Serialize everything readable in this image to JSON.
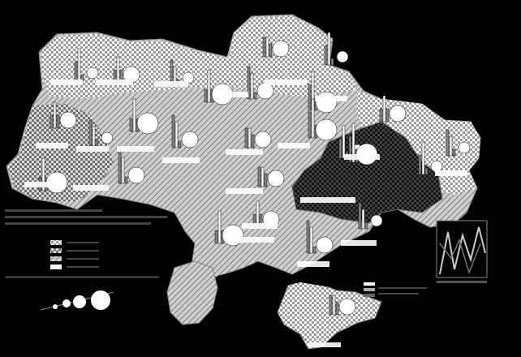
{
  "map": {
    "background_color": "#000000",
    "territory_color": "#ffffff",
    "highlight_color": "#2a2a2a",
    "labels_legible": false,
    "regions": [
      {
        "name": "",
        "bars": [
          3,
          5,
          1
        ],
        "circle": 1
      },
      {
        "name": "",
        "bars": [
          2,
          4,
          2
        ],
        "circle": 2
      },
      {
        "name": "",
        "bars": [
          4,
          3,
          1
        ],
        "circle": 1
      },
      {
        "name": "",
        "bars": [
          2,
          5,
          2
        ],
        "circle": 3
      },
      {
        "name": "",
        "bars": [
          5,
          4,
          1
        ],
        "circle": 2
      },
      {
        "name": "",
        "bars": [
          3,
          3,
          2
        ],
        "circle": 2
      },
      {
        "name": "",
        "bars": [
          4,
          6,
          2
        ],
        "circle": 3
      }
    ]
  },
  "legend": {
    "swatches": [
      "dense",
      "medium",
      "light",
      "white"
    ],
    "circle_sizes": [
      1,
      2,
      3,
      4
    ]
  },
  "inset": {
    "present": true
  }
}
